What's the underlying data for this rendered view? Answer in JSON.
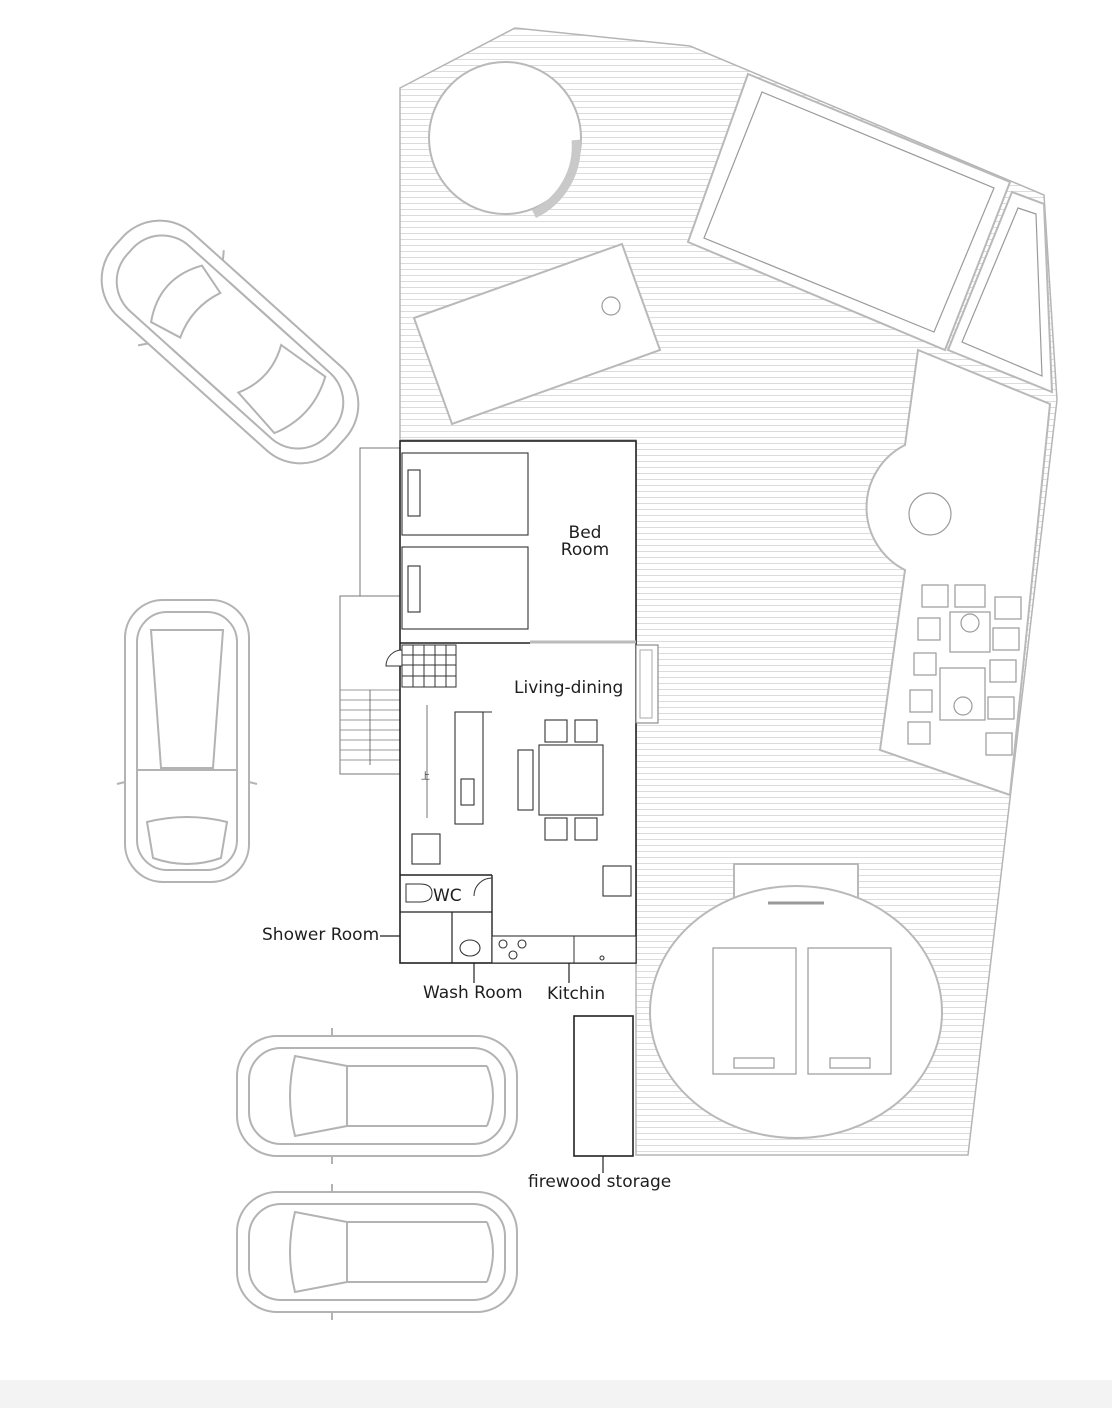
{
  "labels": {
    "bed_room_line1": "Bed",
    "bed_room_line2": "Room",
    "living_dining": "Living-dining",
    "wc": "WC",
    "shower_room": "Shower Room",
    "wash_room": "Wash Room",
    "kitchin": "Kitchin",
    "firewood_storage": "firewood storage",
    "stair_up_mark": "上"
  },
  "colors": {
    "deck_fill": "#ffffff",
    "deck_line": "#d9d9d9",
    "outline_grey": "#b5b5b5",
    "wall": "#222222",
    "text": "#1e1e1e"
  }
}
